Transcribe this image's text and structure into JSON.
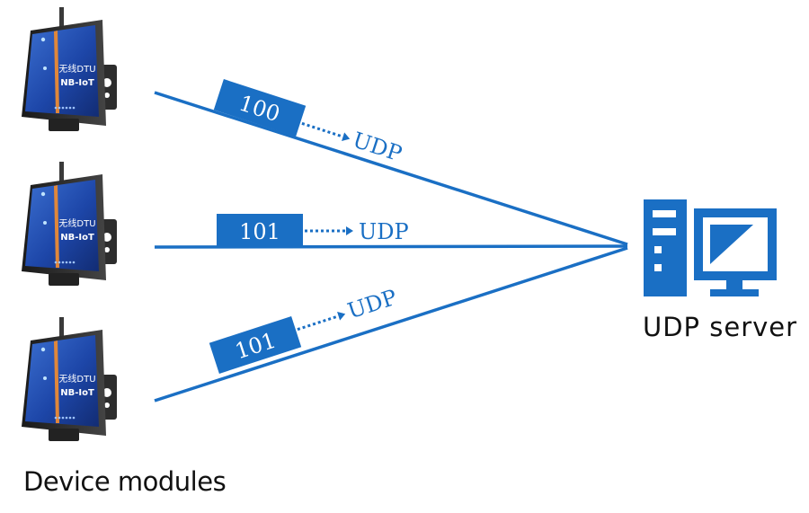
{
  "device_label": "Device modules",
  "server_label": "UDP server",
  "device_text": {
    "brand": "无线DTU",
    "model": "NB-IoT"
  },
  "links": [
    {
      "packet": "100",
      "protocol": "UDP"
    },
    {
      "packet": "101",
      "protocol": "UDP"
    },
    {
      "packet": "101",
      "protocol": "UDP"
    }
  ],
  "colors": {
    "link": "#1a6fc4",
    "server": "#1a6fc4",
    "device_body": "#1f3f8f",
    "device_case": "#2b2b2b"
  }
}
